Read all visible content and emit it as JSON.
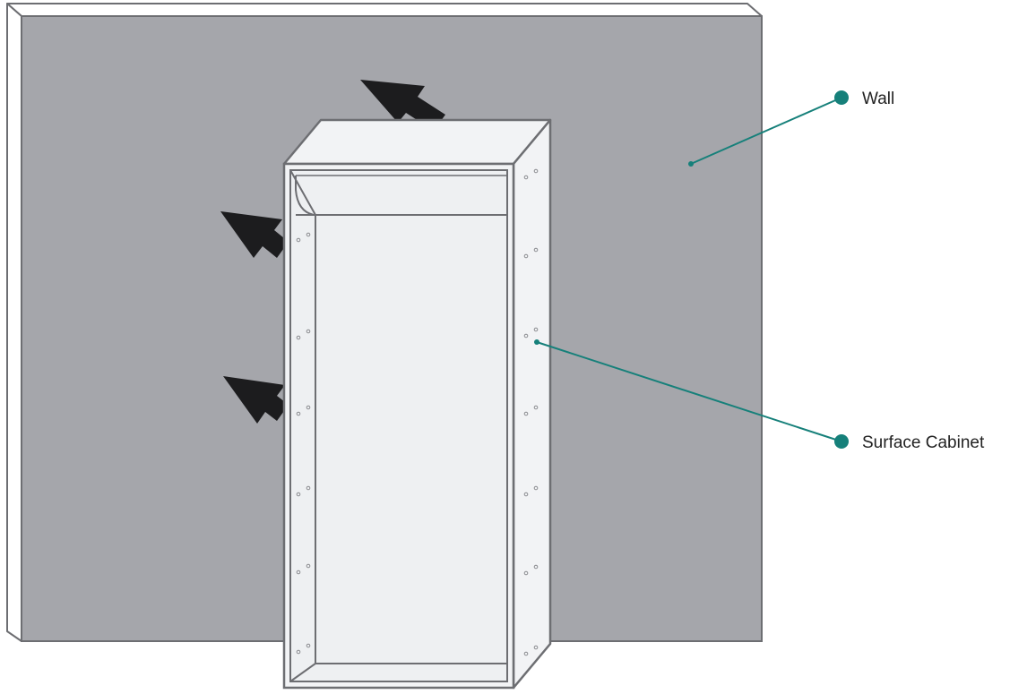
{
  "colors": {
    "wall_face": "#a5a6ab",
    "wall_edge": "#ffffff",
    "outline": "#6d6e72",
    "cabinet_face": "#f2f3f5",
    "cabinet_inner": "#eef0f2",
    "arrow": "#1c1c1e",
    "callout": "#16807a"
  },
  "callouts": {
    "wall": {
      "label": "Wall",
      "icon": "callout-dot"
    },
    "cabinet": {
      "label": "Surface Cabinet",
      "icon": "callout-dot"
    }
  },
  "arrows": {
    "count": 3,
    "icon": "push-direction-arrow"
  }
}
